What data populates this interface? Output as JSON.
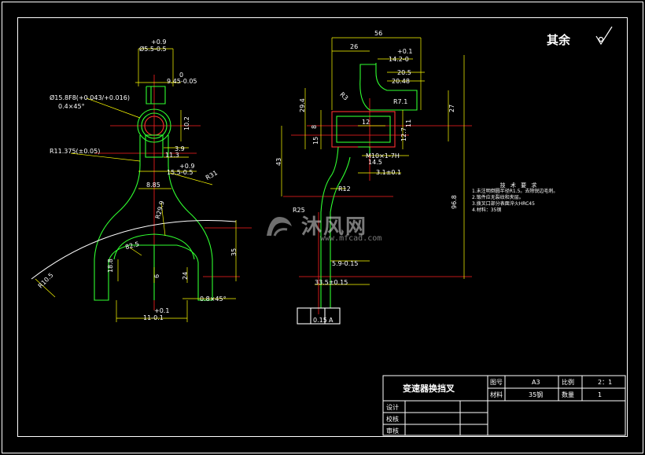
{
  "roughness_note": "其余",
  "watermark": {
    "brand": "沐风网",
    "url": "www.mfcad.com"
  },
  "tech_requirements": {
    "heading": "技 术 要 求",
    "items": [
      "1.未注明倒圆半径R1.5。去除锐边毛刺。",
      "2.锻件应无裂纹和夹层。",
      "3.拨叉口部分表面淬火HRC45",
      "4.材料：35钢"
    ]
  },
  "title_block": {
    "part_name": "变速器换挡叉",
    "drawing_no_label": "图号",
    "drawing_no": "A3",
    "scale_label": "比例",
    "scale": "2：1",
    "material_label": "材料",
    "material": "35钢",
    "qty_label": "数量",
    "qty": "1",
    "design_label": "设计",
    "check_label": "校核",
    "approve_label": "审核"
  },
  "left_view_dims": {
    "tol_top": "+0.9",
    "d_top": "Ø5.5-0.5",
    "d_small": "9.45-0.05",
    "tol_zero": "0",
    "hole": "Ø15.8F8(+0.043/+0.016)",
    "chamfer_top": "0.4×45°",
    "r_hole": "R11.375(±0.05)",
    "dim_10_2": "10.2",
    "dim_3_9": "3.9",
    "dim_11_3": "11.3",
    "tol_09b": "+0.9",
    "dim_15_5": "15.5-0.5",
    "dim_8_85": "8.85",
    "r31": "R31",
    "r29_9": "R29.9",
    "dim_35": "35",
    "dim_82_5": "82.5",
    "dim_18_8": "18.8",
    "dim_6": "6",
    "dim_24": "24",
    "dim_r10_5": "R10.5",
    "dim_0_8": "0.8×45°",
    "tol_01": "+0.1",
    "dim_11_1": "11-0.1"
  },
  "right_view_dims": {
    "d56": "56",
    "d26": "26",
    "tol_01": "+0.1",
    "d14_2": "14.2-0",
    "d20_5": "20.5",
    "d20_48": "20.48",
    "r7": "R7.1",
    "r3": "R3",
    "d29_4": "29.4",
    "d12": "12",
    "d11": "11",
    "d8": "8",
    "d15": "15",
    "d12_7": "12.7",
    "d27": "27",
    "d43": "43",
    "m10": "M10×1-7H",
    "d14_5": "14.5",
    "d3_1": "3.1±0.1",
    "r12": "R12",
    "r25": "R25",
    "d96_8": "96.8",
    "d5_9": "5.9-0.15",
    "d33_5": "33.5±0.15",
    "d0_15": "0.15",
    "datum": "A"
  }
}
